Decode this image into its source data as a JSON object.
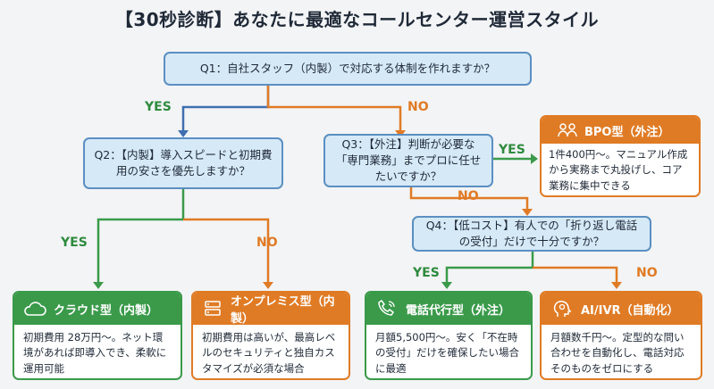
{
  "title": "【30秒診断】あなたに最適なコールセンター運営スタイル",
  "questions": {
    "q1": "Q1：自社スタッフ（内製）で対応する体制を作れますか？",
    "q2": "Q2：【内製】導入スピードと初期費用の安さを優先しますか？",
    "q3": "Q3：【外注】判断が必要な「専門業務」までプロに任せたいですか？",
    "q4": "Q4：【低コスト】有人での「折り返し電話の受付」だけで十分ですか？"
  },
  "labels": {
    "yes": "YES",
    "no": "NO"
  },
  "results": {
    "bpo": {
      "title": "BPO型（外注）",
      "desc": "1件400円〜。マニュアル作成から実務まで丸投げし、コア業務に集中できる",
      "icon": "people-icon"
    },
    "cloud": {
      "title": "クラウド型（内製）",
      "desc": "初期費用 28万円〜。ネット環境があれば即導入でき、柔軟に運用可能",
      "icon": "cloud-icon"
    },
    "onprem": {
      "title": "オンプレミス型（内製）",
      "desc": "初期費用は高いが、最高レベルのセキュリティと独自カスタマイズが必須な場合",
      "icon": "server-icon"
    },
    "agency": {
      "title": "電話代行型（外注）",
      "desc": "月額5,500円〜。安く「不在時の受付」だけを確保したい場合に最適",
      "icon": "phone-icon"
    },
    "ai": {
      "title": "AI/IVR（自動化）",
      "desc": "月額数千円〜。定型的な問い合わせを自動化し、電話対応そのものをゼロにする",
      "icon": "ai-head-icon"
    }
  },
  "colors": {
    "yes": "#2e8b3e",
    "no": "#e07b25",
    "question_fill": "#d6e9f7",
    "question_border": "#5b8fc2",
    "line_blue": "#3f6fb0"
  }
}
